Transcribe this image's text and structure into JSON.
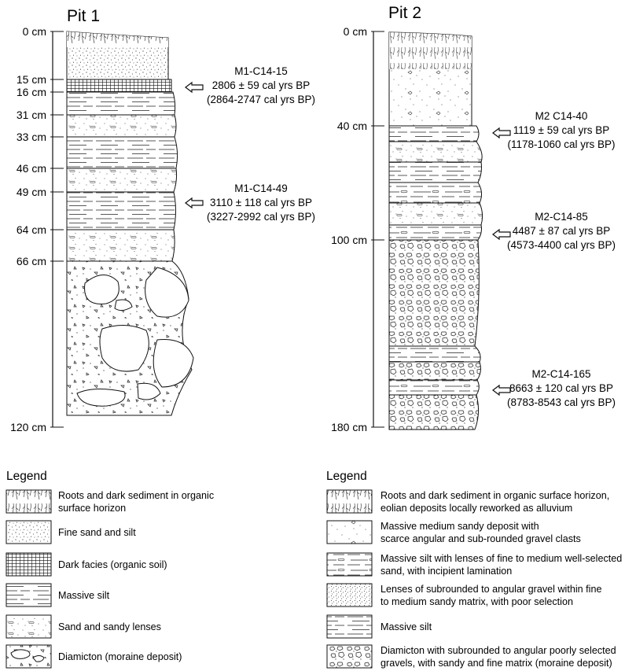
{
  "pit1": {
    "title": "Pit 1",
    "depths": [
      "0 cm",
      "15 cm",
      "16 cm",
      "31 cm",
      "33 cm",
      "46 cm",
      "49 cm",
      "64 cm",
      "66 cm",
      "120 cm"
    ],
    "samples": [
      {
        "id": "M1-C14-15",
        "age": "2806 ± 59 cal yrs BP",
        "range": "(2864-2747 cal yrs BP)"
      },
      {
        "id": "M1-C14-49",
        "age": "3110 ± 118 cal yrs BP",
        "range": "(3227-2992 cal yrs BP)"
      }
    ]
  },
  "pit2": {
    "title": "Pit 2",
    "depths": [
      "0 cm",
      "40 cm",
      "100 cm",
      "180 cm"
    ],
    "samples": [
      {
        "id": "M2 C14-40",
        "age": "1119 ± 59 cal yrs BP",
        "range": "(1178-1060 cal yrs BP)"
      },
      {
        "id": "M2-C14-85",
        "age": "4487 ± 87 cal yrs BP",
        "range": "(4573-4400 cal yrs BP)"
      },
      {
        "id": "M2-C14-165",
        "age": "8663 ± 120 cal yrs BP",
        "range": "(8783-8543 cal yrs BP)"
      }
    ]
  },
  "legend1": {
    "heading": "Legend",
    "items": [
      {
        "icon": "roots-icon",
        "lines": [
          "Roots and dark sediment in organic",
          "surface horizon"
        ]
      },
      {
        "icon": "fine-sand-icon",
        "lines": [
          "Fine sand and silt"
        ]
      },
      {
        "icon": "grid-icon",
        "lines": [
          "Dark facies (organic soil)"
        ]
      },
      {
        "icon": "silt-icon",
        "lines": [
          "Massive silt"
        ]
      },
      {
        "icon": "sand-lens-icon",
        "lines": [
          "Sand and sandy lenses"
        ]
      },
      {
        "icon": "diamicton-icon",
        "lines": [
          "Diamicton (moraine deposit)"
        ]
      }
    ]
  },
  "legend2": {
    "heading": "Legend",
    "items": [
      {
        "icon": "roots-icon",
        "lines": [
          "Roots and dark sediment in organic surface horizon,",
          "eolian deposits locally reworked as alluvium"
        ]
      },
      {
        "icon": "sandy-gravel-icon",
        "lines": [
          "Massive medium sandy deposit with",
          "scarce angular and sub-rounded gravel clasts"
        ]
      },
      {
        "icon": "silt-lens-icon",
        "lines": [
          "Massive silt with lenses of fine to medium well-selected",
          "sand, with incipient lamination"
        ]
      },
      {
        "icon": "gravel-lens-icon",
        "lines": [
          "Lenses of subrounded to angular gravel within fine",
          "to medium sandy matrix, with poor selection"
        ]
      },
      {
        "icon": "silt-icon",
        "lines": [
          "Massive silt"
        ]
      },
      {
        "icon": "gravel-diamicton-icon",
        "lines": [
          "Diamicton with subrounded to angular poorly selected",
          "gravels, with sandy and fine matrix (moraine deposit)"
        ]
      }
    ]
  }
}
